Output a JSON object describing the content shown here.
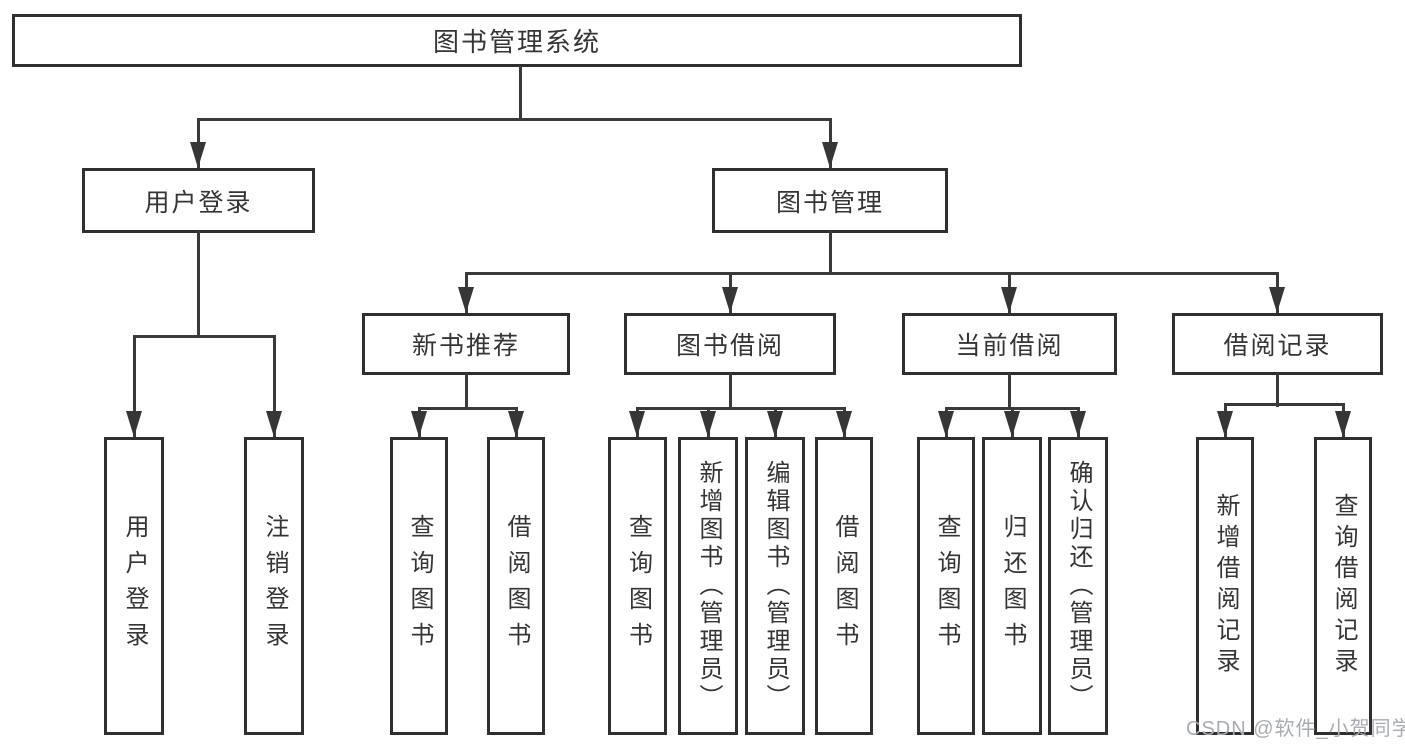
{
  "tree": {
    "root": "图书管理系统",
    "branches": [
      {
        "label": "用户登录",
        "children": [
          "用户登录",
          "注销登录"
        ]
      },
      {
        "label": "图书管理",
        "sections": [
          {
            "label": "新书推荐",
            "children": [
              "查询图书",
              "借阅图书"
            ]
          },
          {
            "label": "图书借阅",
            "children": [
              "查询图书",
              "新增图书（管理员）",
              "编辑图书（管理员）",
              "借阅图书"
            ]
          },
          {
            "label": "当前借阅",
            "children": [
              "查询图书",
              "归还图书",
              "确认归还（管理员）"
            ]
          },
          {
            "label": "借阅记录",
            "children": [
              "新增借阅记录",
              "查询借阅记录"
            ]
          }
        ]
      }
    ]
  },
  "watermark": "CSDN @软件_小贺同学",
  "colors": {
    "background": "#ffffff",
    "box_border": "#2f2f2f",
    "line": "#3a3a3a",
    "text": "#353535",
    "watermark": "#a7acb3"
  }
}
